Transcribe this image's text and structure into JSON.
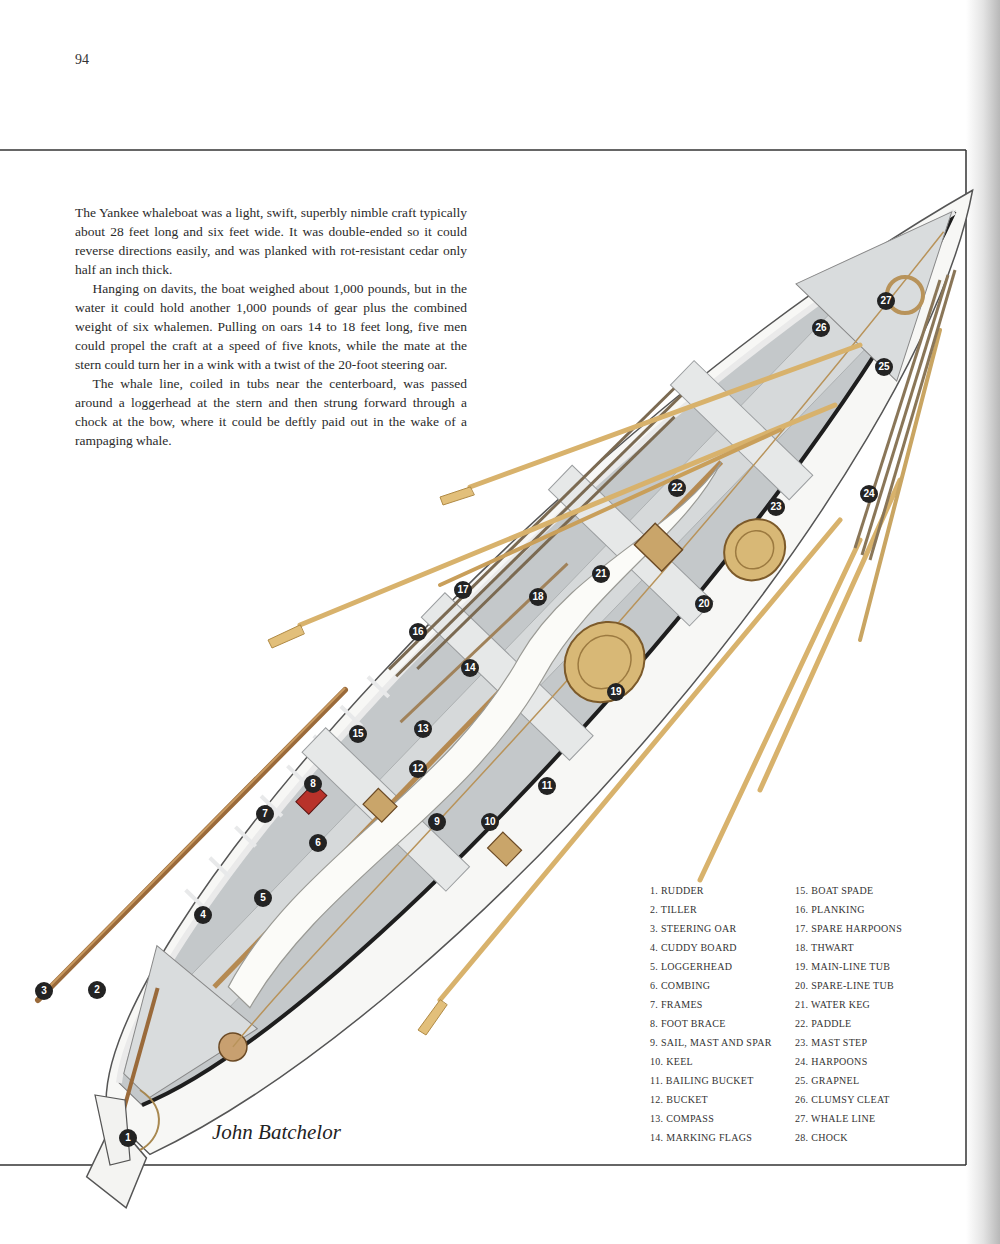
{
  "diagram": {
    "labels": [
      "94",
      "The Yankee whaleboat was a light, swift, superbly nimble craft typically about 28 feet long and six feet wide. It was double-ended so it could reverse directions easily, and was planked with rot-resistant cedar only half an inch thick.",
      "Hanging on davits, the boat weighed about 1,000 pounds, but in the water it could hold another 1,000 pounds of gear plus the combined weight of six whalemen. Pulling on oars 14 to 18 feet long, five men could propel the craft at a speed of five knots, while the mate at the stern could turn her in a wink with a twist of the 20-foot steering oar.",
      "The whale line, coiled in tubs near the centerboard, was passed around a loggerhead at the stern and then strung forward through a chock at the bow, where it could be deftly paid out in the wake of a rampaging whale.",
      "1",
      "2",
      "3",
      "4",
      "5",
      "6",
      "7",
      "8",
      "9",
      "10",
      "11",
      "12",
      "13",
      "14",
      "15",
      "16",
      "17",
      "18",
      "19",
      "20",
      "21",
      "22",
      "23",
      "24",
      "25",
      "26",
      "27",
      "1. RUDDER",
      "2. TILLER",
      "3. STEERING OAR",
      "4. CUDDY BOARD",
      "5. LOGGERHEAD",
      "6. COMBING",
      "7. FRAMES",
      "8. FOOT BRACE",
      "9. SAIL, MAST AND SPAR",
      "10. KEEL",
      "11. BAILING BUCKET",
      "12. BUCKET",
      "13. COMPASS",
      "14. MARKING FLAGS",
      "15. BOAT SPADE",
      "16. PLANKING",
      "17. SPARE HARPOONS",
      "18. THWART",
      "19. MAIN-LINE TUB",
      "20. SPARE-LINE TUB",
      "21. WATER KEG",
      "22. PADDLE",
      "23. MAST STEP",
      "24. HARPOONS",
      "25. GRAPNEL",
      "26. CLUMSY CLEAT",
      "27. WHALE LINE",
      "28. CHOCK",
      "John Batchelor"
    ]
  }
}
